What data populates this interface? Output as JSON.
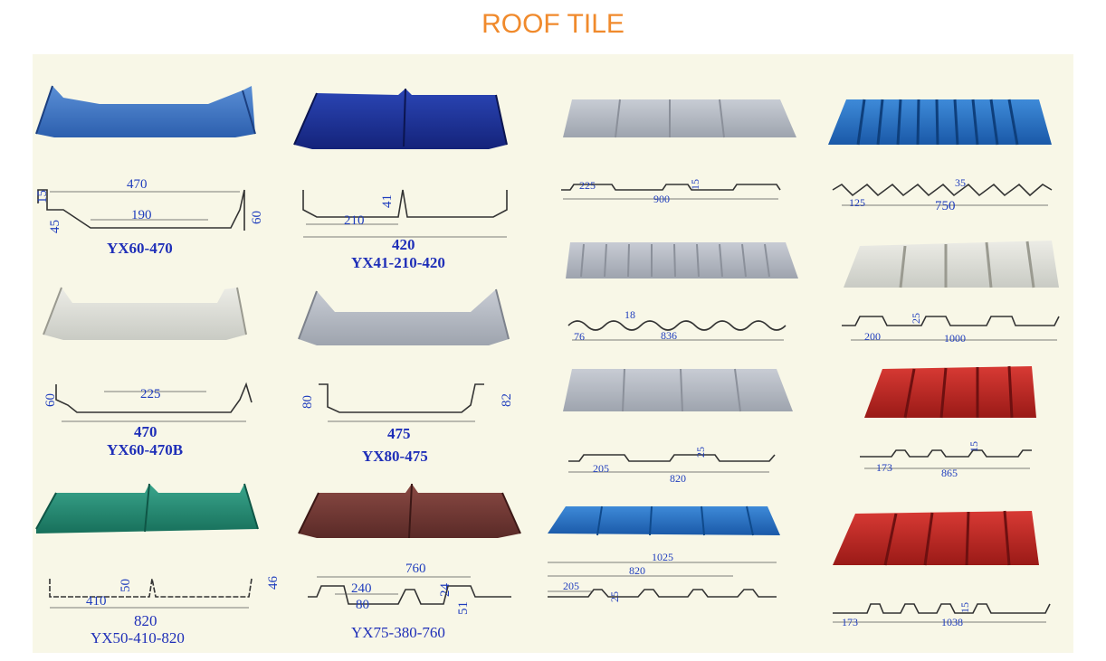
{
  "title": "ROOF TILE",
  "colors": {
    "title": "#f08a2c",
    "label": "#1f3dbd",
    "panel_bg": "#f8f7e7"
  },
  "products": [
    {
      "model": "YX60-470",
      "dims": [
        "470",
        "190",
        "15",
        "45",
        "60"
      ],
      "color": "blue"
    },
    {
      "model": "YX41-210-420",
      "dims": [
        "420",
        "210",
        "41"
      ],
      "color": "navy"
    },
    {
      "model": "YX60-470B",
      "dims": [
        "470",
        "225",
        "60"
      ],
      "color": "white"
    },
    {
      "model": "YX80-475",
      "dims": [
        "475",
        "80",
        "82"
      ],
      "color": "silver"
    },
    {
      "model": "YX50-410-820",
      "dims": [
        "820",
        "410",
        "50",
        "46"
      ],
      "color": "green"
    },
    {
      "model": "YX75-380-760",
      "dims": [
        "760",
        "240",
        "80",
        "24",
        "51"
      ],
      "color": "brown"
    },
    {
      "model": "",
      "dims": [
        "225",
        "900",
        "15"
      ],
      "color": "silver"
    },
    {
      "model": "",
      "dims": [
        "18",
        "76",
        "836"
      ],
      "color": "silver"
    },
    {
      "model": "",
      "dims": [
        "25",
        "205",
        "820"
      ],
      "color": "silver"
    },
    {
      "model": "",
      "dims": [
        "1025",
        "820",
        "205",
        "25"
      ],
      "color": "blue"
    },
    {
      "model": "",
      "dims": [
        "35",
        "125",
        "750"
      ],
      "color": "blue"
    },
    {
      "model": "",
      "dims": [
        "25",
        "200",
        "1000"
      ],
      "color": "white"
    },
    {
      "model": "",
      "dims": [
        "15",
        "173",
        "865"
      ],
      "color": "red"
    },
    {
      "model": "",
      "dims": [
        "15",
        "173",
        "1038"
      ],
      "color": "red"
    }
  ]
}
